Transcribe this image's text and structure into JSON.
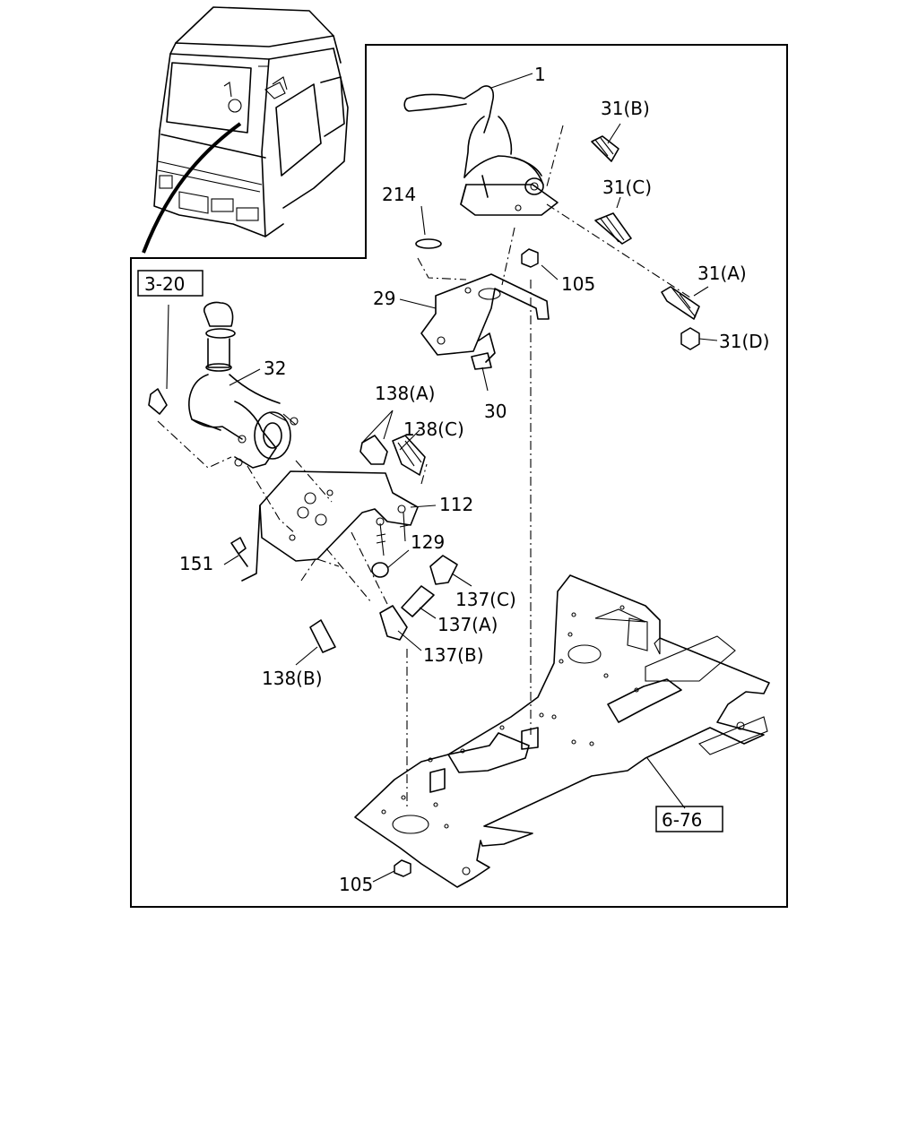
{
  "callouts": {
    "c1": "1",
    "c31b": "31(B)",
    "c31c": "31(C)",
    "c31a": "31(A)",
    "c31d": "31(D)",
    "c214": "214",
    "c105top": "105",
    "c29": "29",
    "c30": "30",
    "c32": "32",
    "c138a": "138(A)",
    "c138c": "138(C)",
    "c112": "112",
    "c129": "129",
    "c151": "151",
    "c137c": "137(C)",
    "c137a": "137(A)",
    "c137b": "137(B)",
    "c138b": "138(B)",
    "c105bottom": "105"
  },
  "references": {
    "ref320": "3-20",
    "ref676": "6-76"
  }
}
